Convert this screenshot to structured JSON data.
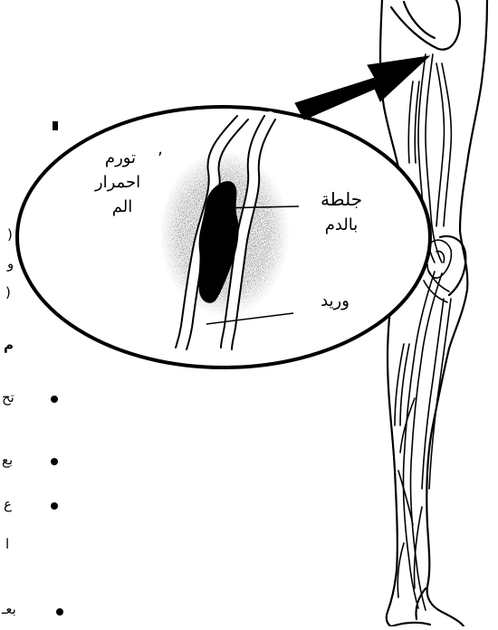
{
  "labels": {
    "swelling": "تورم",
    "redness_line1": "احمرار",
    "redness_line2": "الم",
    "comma": ",",
    "clot_line1": "جلطة",
    "clot_line2": "بالدم",
    "vein": "وريد"
  },
  "background_fragments": {
    "frag1": "(",
    "frag2": "و",
    "frag3": "(",
    "heading_fragment": "م",
    "bullet1": "تح",
    "bullet2": "بع",
    "bullet3": "ع",
    "bullet3_cont": "ا",
    "bullet4": "بعـ"
  },
  "colors": {
    "ink": "#000000",
    "paper": "#ffffff"
  }
}
